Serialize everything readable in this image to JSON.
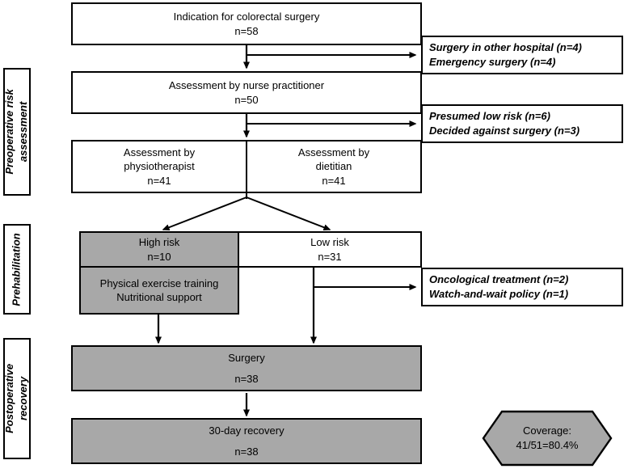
{
  "figure": {
    "type": "flowchart",
    "title": "Patient flow through preoperative risk assessment, prehabilitation and postoperative recovery"
  },
  "colors": {
    "gray_fill": "#a8a8a8",
    "white_fill": "#ffffff",
    "stroke": "#000000"
  },
  "phases": [
    {
      "id": "preop",
      "line1": "Preoperative risk",
      "line2": "assessment"
    },
    {
      "id": "prehab",
      "line1": "Prehabilitation",
      "line2": ""
    },
    {
      "id": "postop",
      "line1": "Postoperative",
      "line2": "recovery"
    }
  ],
  "nodes": {
    "indication": {
      "label": "Indication for colorectal surgery",
      "n": "n=58"
    },
    "nurse": {
      "label": "Assessment by nurse practitioner",
      "n": "n=50"
    },
    "physio": {
      "line1": "Assessment by",
      "line2": "physiotherapist",
      "n": "n=41"
    },
    "dietitian": {
      "line1": "Assessment by",
      "line2": "dietitian",
      "n": "n=41"
    },
    "high_risk": {
      "label": "High risk",
      "n": "n=10"
    },
    "low_risk": {
      "label": "Low risk",
      "n": "n=31"
    },
    "prehab_program": {
      "line1": "Physical exercise training",
      "line2": "Nutritional support"
    },
    "surgery": {
      "label": "Surgery",
      "n": "n=38"
    },
    "recovery": {
      "label": "30-day recovery",
      "n": "n=38"
    }
  },
  "exclusions": [
    {
      "id": "excl-after-indication",
      "line1": "Surgery in other hospital (n=4)",
      "line2": "Emergency surgery (n=4)"
    },
    {
      "id": "excl-after-nurse",
      "line1": "Presumed low risk (n=6)",
      "line2": "Decided against surgery (n=3)"
    },
    {
      "id": "excl-after-lowrisk",
      "line1": "Oncological treatment (n=2)",
      "line2": "Watch-and-wait policy (n=1)"
    }
  ],
  "coverage": {
    "line1": "Coverage:",
    "line2": "41/51=80.4%"
  }
}
